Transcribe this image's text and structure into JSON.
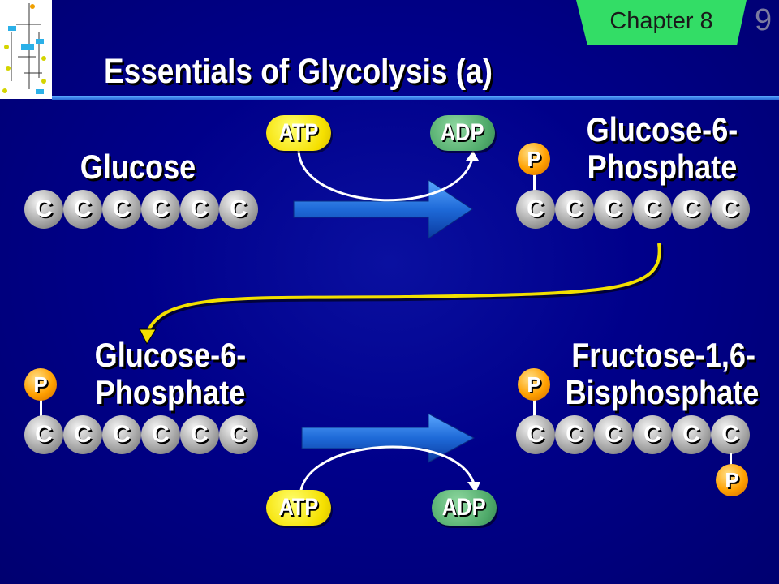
{
  "header": {
    "chapter": "Chapter 8",
    "page_number": "9",
    "title": "Essentials of Glycolysis (a)"
  },
  "colors": {
    "background": "#00008a",
    "chapter_tab": "#33dd66",
    "atp": "#f5e000",
    "adp": "#4faa6a",
    "reaction_arrow": "#1e6ad8",
    "connector_arrow": "#f2e000",
    "carbon": "#bdbdbd",
    "phosphate": "#ffa000"
  },
  "step1": {
    "substrate": {
      "label": "Glucose",
      "carbons": [
        "C",
        "C",
        "C",
        "C",
        "C",
        "C"
      ]
    },
    "product": {
      "label_line1": "Glucose-6-",
      "label_line2": "Phosphate",
      "carbons": [
        "C",
        "C",
        "C",
        "C",
        "C",
        "C"
      ],
      "phosphate": "P"
    },
    "cofactor_in": "ATP",
    "cofactor_out": "ADP"
  },
  "step2": {
    "substrate": {
      "label_line1": "Glucose-6-",
      "label_line2": "Phosphate",
      "carbons": [
        "C",
        "C",
        "C",
        "C",
        "C",
        "C"
      ],
      "phosphate": "P"
    },
    "product": {
      "label_line1": "Fructose-1,6-",
      "label_line2": "Bisphosphate",
      "carbons": [
        "C",
        "C",
        "C",
        "C",
        "C",
        "C"
      ],
      "phosphate_top": "P",
      "phosphate_bottom": "P"
    },
    "cofactor_in": "ATP",
    "cofactor_out": "ADP"
  }
}
